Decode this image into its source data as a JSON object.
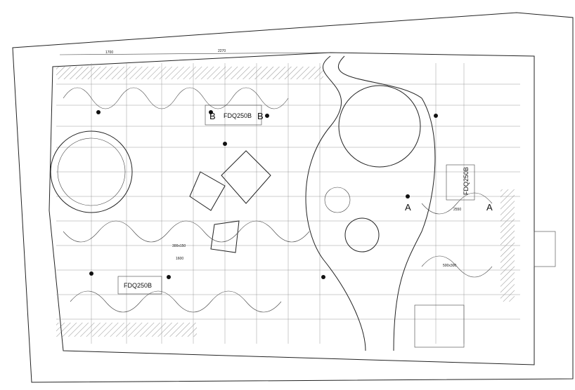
{
  "drawing": {
    "equipment_label_1": "FDQ250B",
    "equipment_label_2": "FDQ250B",
    "equipment_label_3": "FDQ250B",
    "section_marks": [
      "B",
      "B",
      "A",
      "A"
    ],
    "dimensions": [
      "1700",
      "2270",
      "1600",
      "2550",
      "300x150",
      "500x300"
    ]
  }
}
